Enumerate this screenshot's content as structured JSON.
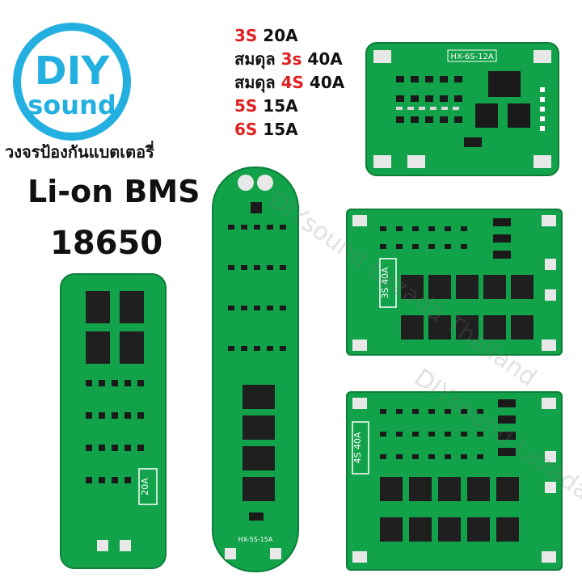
{
  "logo": {
    "line1": "DIY",
    "line2": "sound",
    "ring_color": "#23b0e0"
  },
  "subtitle_th": "วงจรป้องกันแบตเตอรี่",
  "title_line1": "Li-on BMS",
  "title_line2": "18650",
  "specs": [
    {
      "prefix": "",
      "red": "3S",
      "rest": " 20A"
    },
    {
      "prefix": "สมดุล ",
      "red": "3s",
      "rest": " 40A"
    },
    {
      "prefix": "สมดุล ",
      "red": "4S",
      "rest": " 40A"
    },
    {
      "prefix": "",
      "red": "5S",
      "rest": " 15A"
    },
    {
      "prefix": "",
      "red": "6S",
      "rest": " 15A"
    }
  ],
  "boards": {
    "top": {
      "label": "HX-6S-12A"
    },
    "long": {
      "label": "HX-5S-15A"
    },
    "left": {
      "label": "20A"
    },
    "mid": {
      "label": "3S 40A"
    },
    "bottom": {
      "label": "4S 40A"
    }
  },
  "watermark": "DIYsound Lazada Thailand",
  "colors": {
    "pcb": "#12a24a",
    "pcb_edge": "#0c7f39",
    "accent_red": "#e02020",
    "logo_blue": "#23b0e0"
  }
}
